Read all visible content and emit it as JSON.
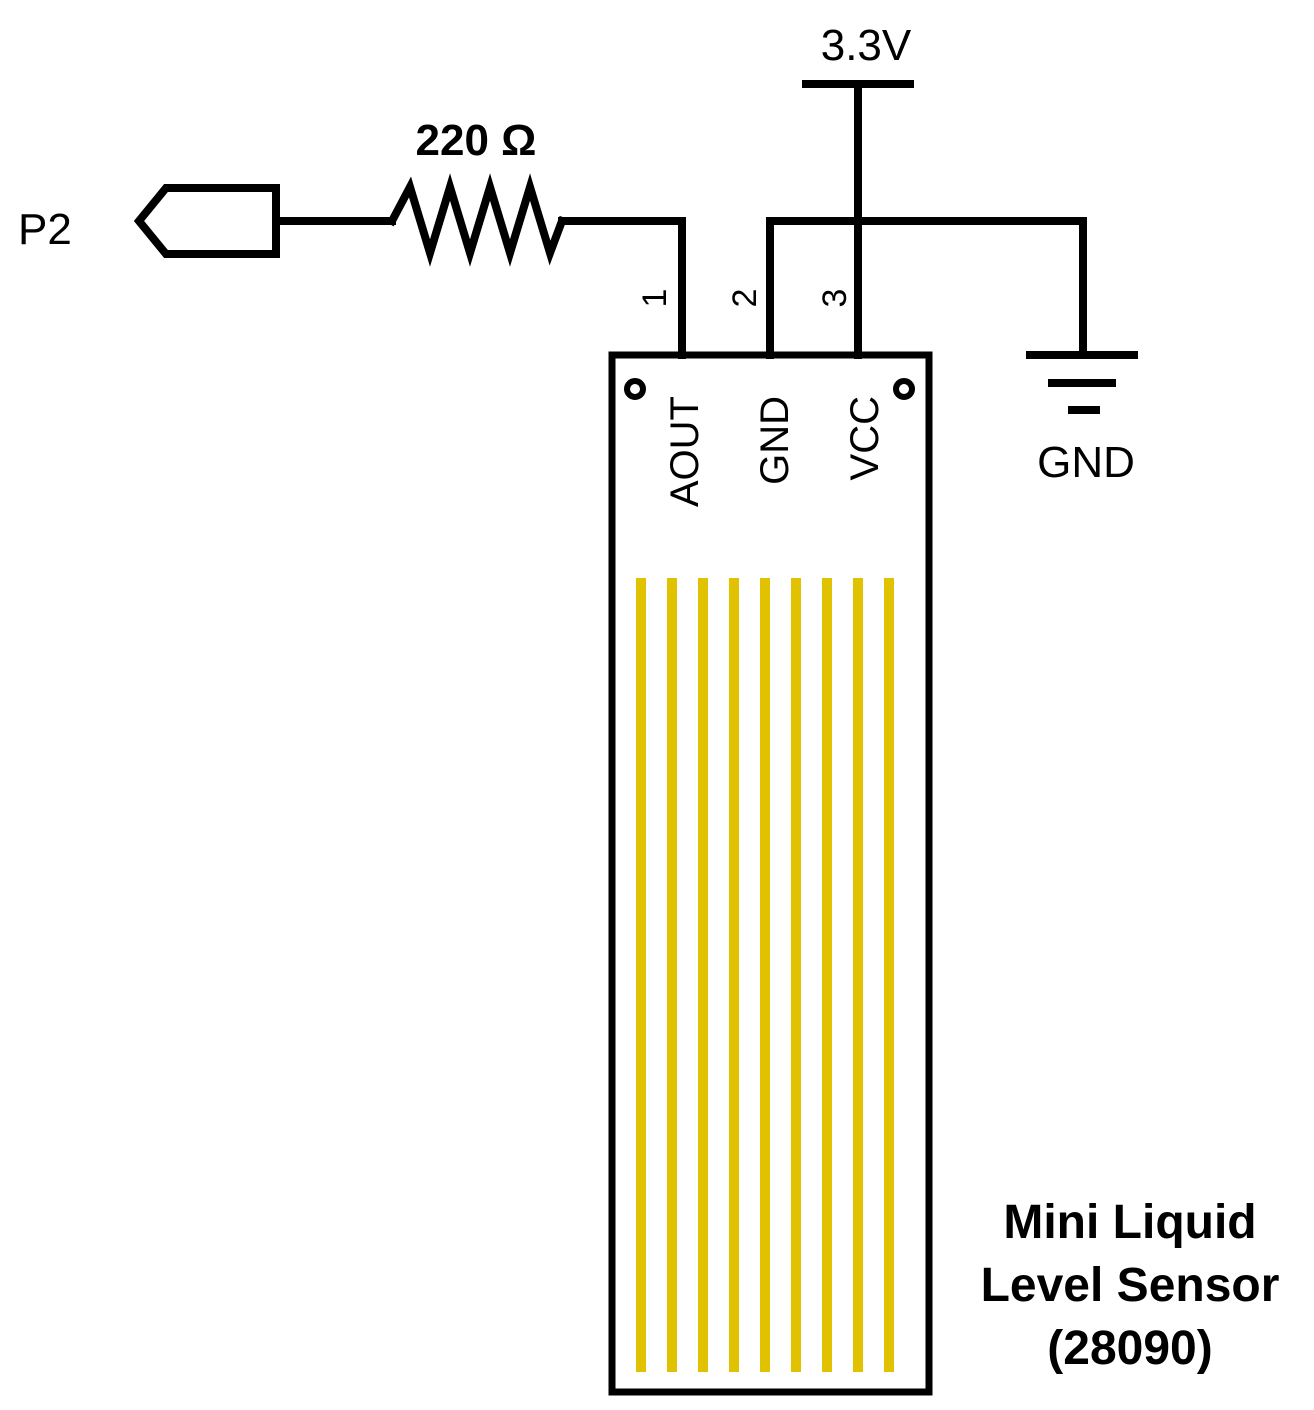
{
  "port_label": "P2",
  "resistor_label": "220 Ω",
  "power_label": "3.3V",
  "ground_label": "GND",
  "pin_numbers": [
    "1",
    "2",
    "3"
  ],
  "pin_names": [
    "AOUT",
    "GND",
    "VCC"
  ],
  "sensor_title": [
    "Mini Liquid",
    "Level Sensor",
    "(28090)"
  ],
  "colors": {
    "wire": "#000000",
    "trace": "#E0C200",
    "background": "#ffffff"
  },
  "sensor_trace_count": 9
}
